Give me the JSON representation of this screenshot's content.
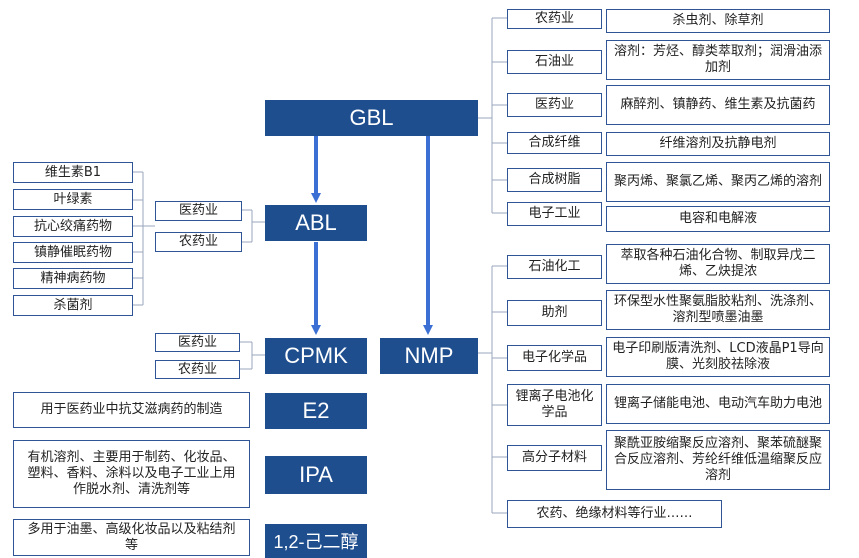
{
  "nodes": {
    "gbl": "GBL",
    "abl": "ABL",
    "cpmk": "CPMK",
    "nmp": "NMP",
    "e2": "E2",
    "ipa": "IPA",
    "hexanediol": "1,2-己二醇"
  },
  "gbl_branches": [
    {
      "industry": "农药业",
      "use": "杀虫剂、除草剂"
    },
    {
      "industry": "石油业",
      "use": "溶剂：芳烃、醇类萃取剂；润滑油添加剂"
    },
    {
      "industry": "医药业",
      "use": "麻醉剂、镇静药、维生素及抗菌药"
    },
    {
      "industry": "合成纤维",
      "use": "纤维溶剂及抗静电剂"
    },
    {
      "industry": "合成树脂",
      "use": "聚丙烯、聚氯乙烯、聚丙乙烯的溶剂"
    },
    {
      "industry": "电子工业",
      "use": "电容和电解液"
    }
  ],
  "abl_industries": [
    "医药业",
    "农药业"
  ],
  "abl_products": [
    "维生素B1",
    "叶绿素",
    "抗心绞痛药物",
    "镇静催眠药物",
    "精神病药物",
    "杀菌剂"
  ],
  "cpmk_industries": [
    "医药业",
    "农药业"
  ],
  "nmp_branches": [
    {
      "industry": "石油化工",
      "use": "萃取各种石油化合物、制取异戊二烯、乙炔提浓"
    },
    {
      "industry": "助剂",
      "use": "环保型水性聚氨脂胶粘剂、洗涤剂、溶剂型喷墨油墨"
    },
    {
      "industry": "电子化学品",
      "use": "电子印刷版清洗剂、LCD液晶P1导向膜、光刻胶祛除液"
    },
    {
      "industry": "锂离子电池化学品",
      "use": "锂离子储能电池、电动汽车助力电池"
    },
    {
      "industry": "高分子材料",
      "use": "聚酰亚胺缩聚反应溶剂、聚苯硫醚聚合反应溶剂、芳纶纤维低温缩聚反应溶剂"
    }
  ],
  "nmp_other": "农药、绝缘材料等行业……",
  "e2_use": "用于医药业中抗艾滋病药的制造",
  "ipa_use": "有机溶剂、主要用于制药、化妆品、塑料、香料、涂料以及电子工业上用作脱水剂、清洗剂等",
  "hexanediol_use": "多用于油墨、高级化妆品以及粘结剂等",
  "colors": {
    "node_fill": "#1f4e8f",
    "border": "#2f5597",
    "arrow": "#3b6fd4",
    "connector": "#9aa7bd"
  }
}
